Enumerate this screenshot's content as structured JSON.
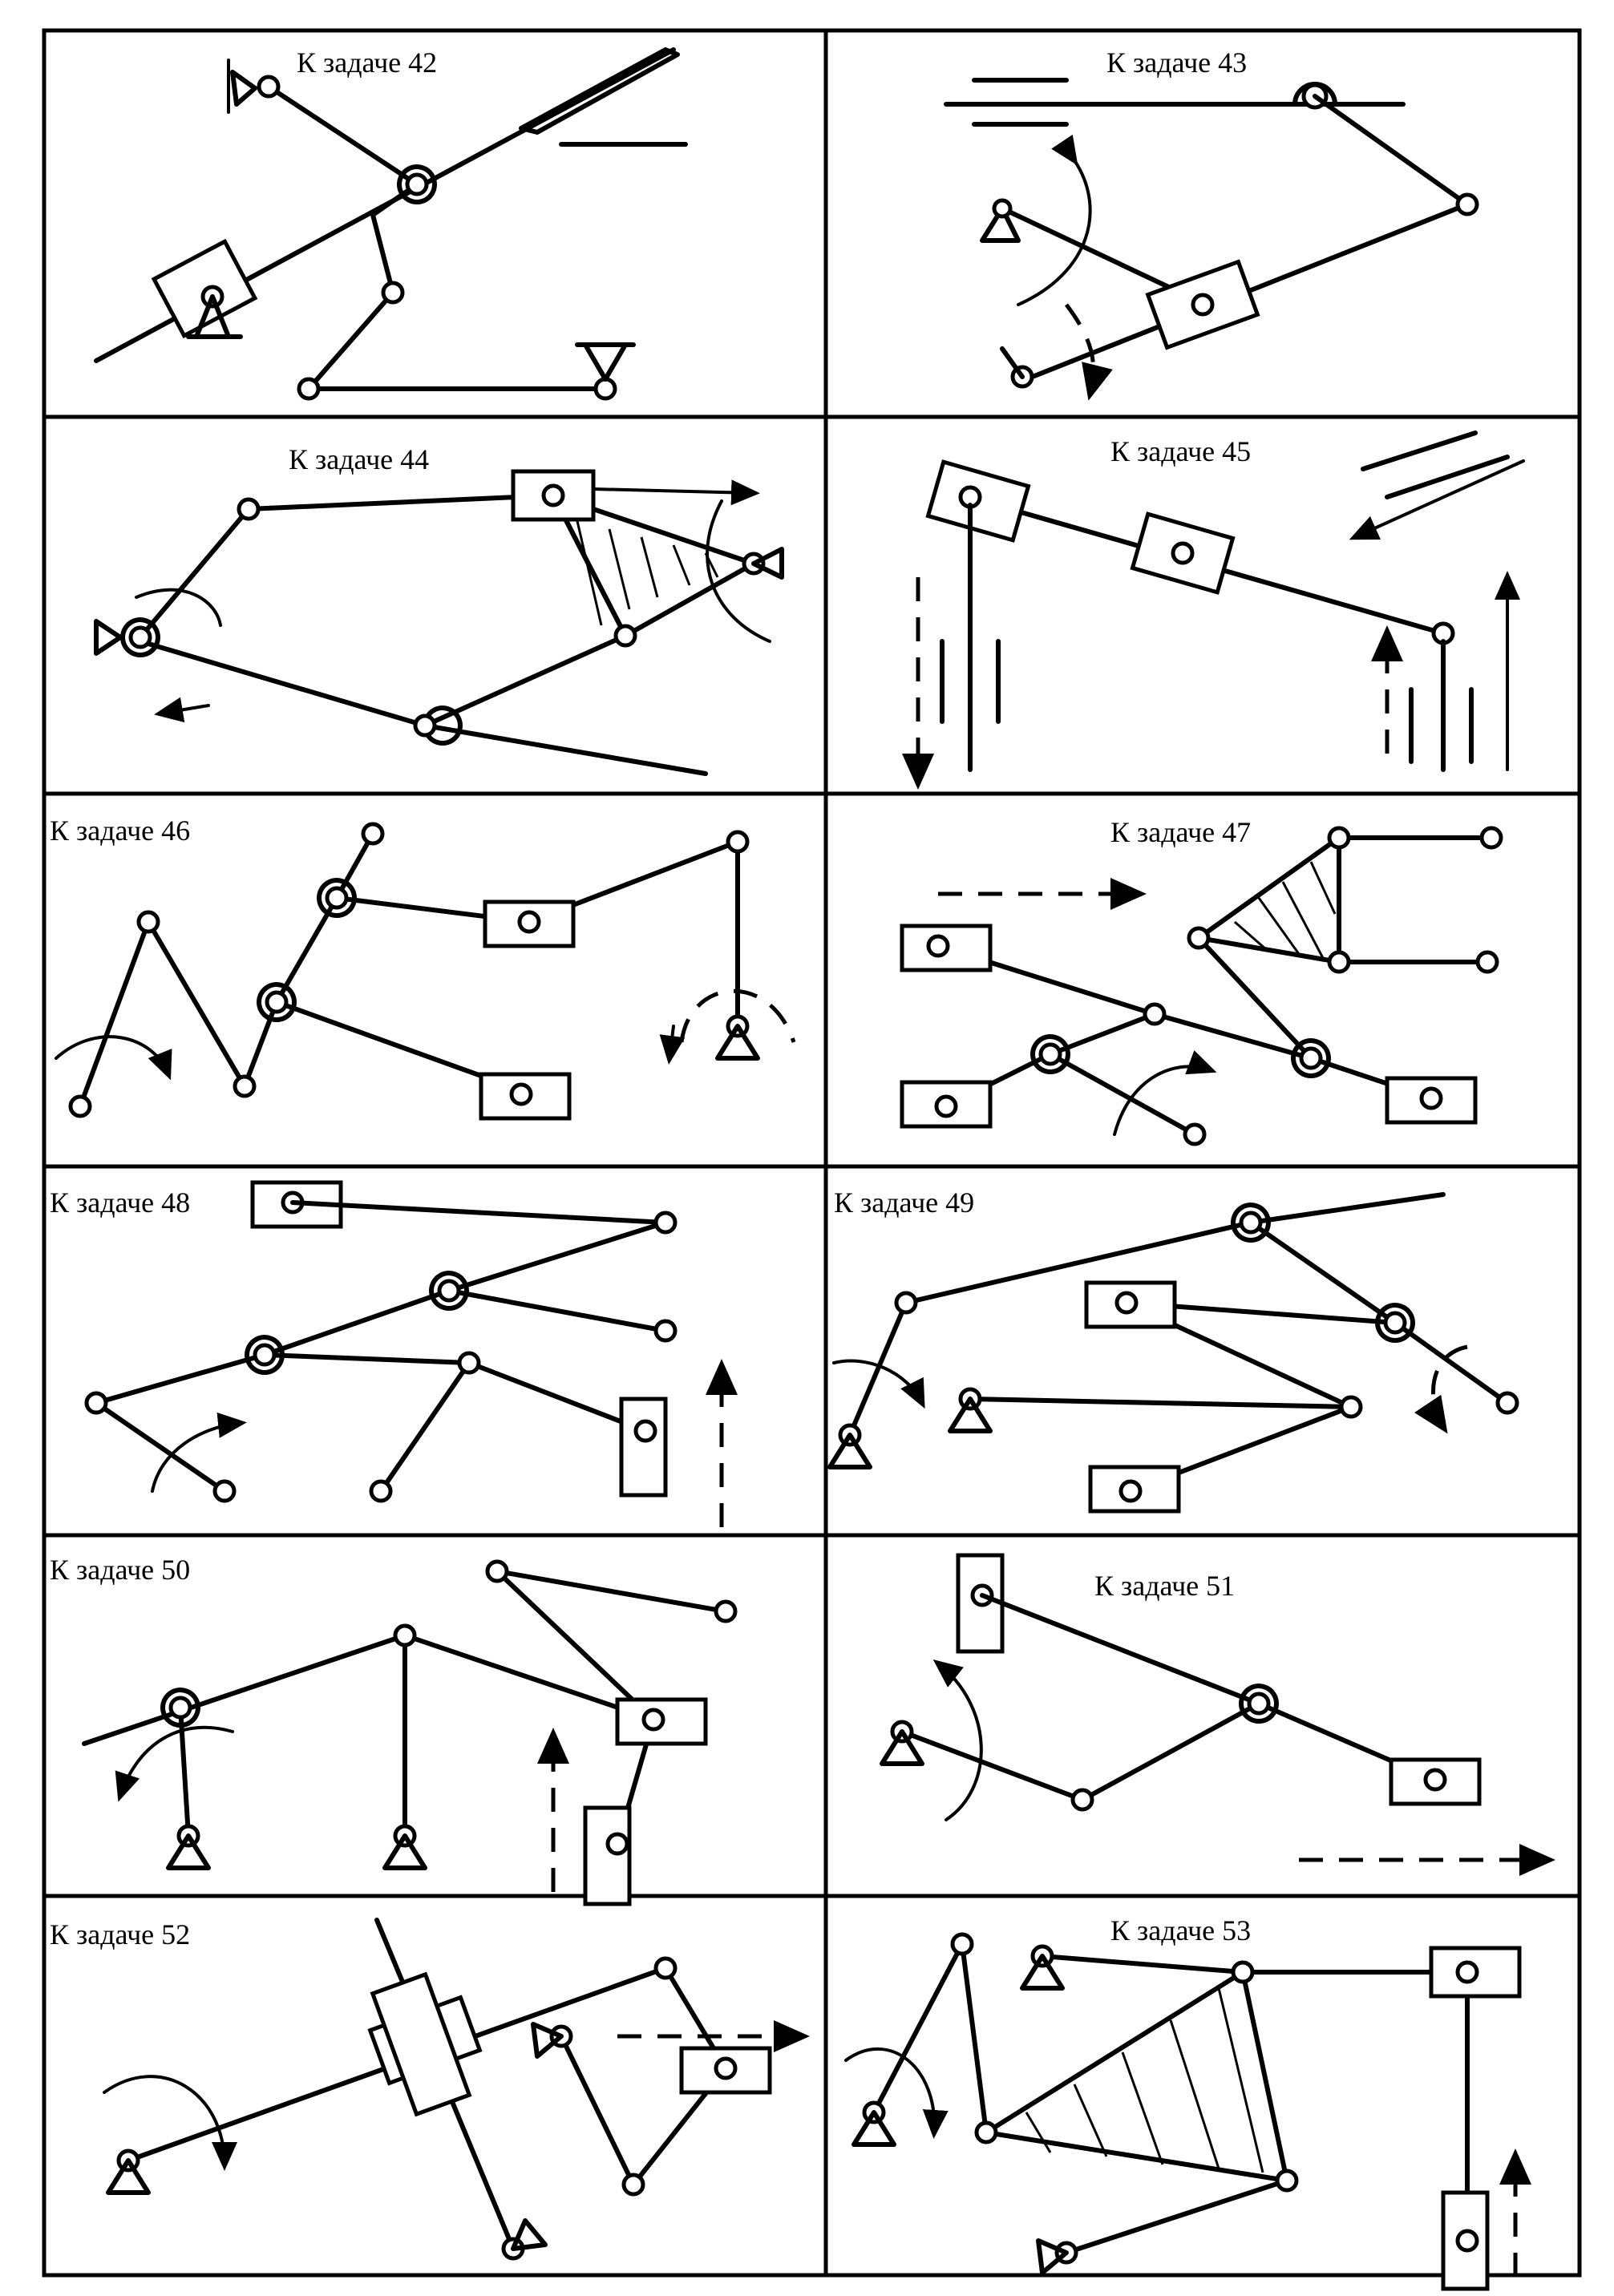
{
  "panels": [
    {
      "id": "42",
      "caption": "К задаче 42"
    },
    {
      "id": "43",
      "caption": "К задаче 43"
    },
    {
      "id": "44",
      "caption": "К задаче 44"
    },
    {
      "id": "45",
      "caption": "К задаче 45"
    },
    {
      "id": "46",
      "caption": "К задаче 46"
    },
    {
      "id": "47",
      "caption": "К задаче 47"
    },
    {
      "id": "48",
      "caption": "К задаче 48"
    },
    {
      "id": "49",
      "caption": "К задаче 49"
    },
    {
      "id": "50",
      "caption": "К задаче 50"
    },
    {
      "id": "51",
      "caption": "К задаче 51"
    },
    {
      "id": "52",
      "caption": "К задаче 52"
    },
    {
      "id": "53",
      "caption": "К задаче 53"
    }
  ],
  "colors": {
    "ink": "#000000",
    "paper": "#ffffff"
  }
}
